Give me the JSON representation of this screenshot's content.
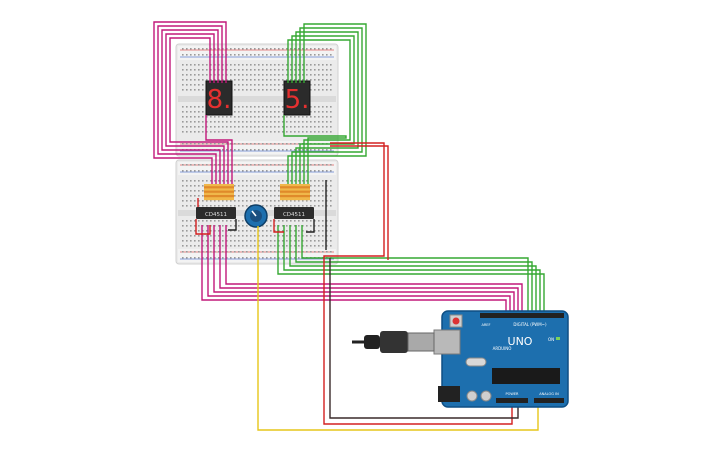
{
  "colors": {
    "wire_magenta": "#c2187a",
    "wire_green": "#35a832",
    "wire_red": "#d32020",
    "wire_dark": "#3a2a2a",
    "wire_yellow": "#e6c619",
    "board_blue": "#1d6fae",
    "breadboard": "#e9e9e9",
    "segment_red": "#e53030",
    "resistor_body": "#f0b74a"
  },
  "components": {
    "ic_left_label": "CD4511",
    "ic_right_label": "CD4511",
    "display_left_digit": "8.",
    "display_right_digit": "5.",
    "arduino_brand": "ARDUINO",
    "arduino_model": "UNO",
    "digital_header_label": "DIGITAL (PWM~)",
    "analog_header_label": "ANALOG IN",
    "power_header_label": "POWER",
    "on_led_label": "ON",
    "aref_label": "AREF"
  },
  "icons": {
    "potentiometer": "potentiometer-icon",
    "usb_plug": "usb-plug-icon",
    "reset": "reset-button-icon"
  }
}
